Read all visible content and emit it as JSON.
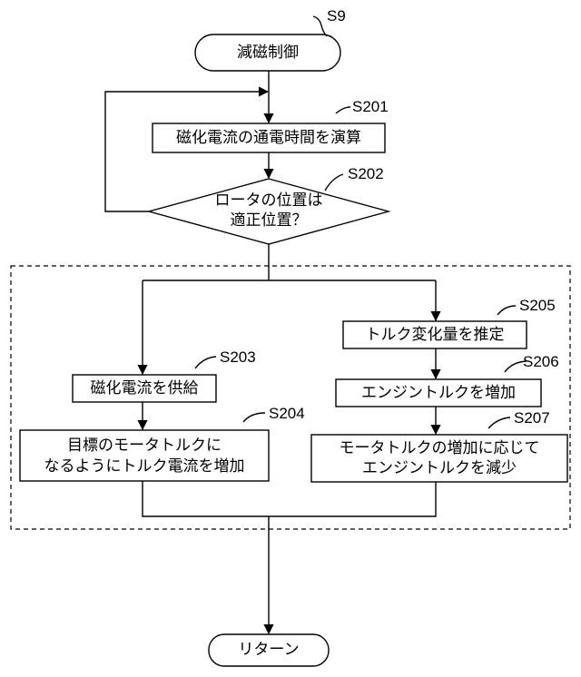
{
  "nodes": {
    "start": {
      "step": "S9",
      "text": "減磁制御"
    },
    "calc": {
      "step": "S201",
      "text": "磁化電流の通電時間を演算"
    },
    "check": {
      "step": "S202",
      "line1": "ロータの位置は",
      "line2": "適正位置？"
    },
    "supply": {
      "step": "S203",
      "text": "磁化電流を供給"
    },
    "increase_current": {
      "step": "S204",
      "line1": "目標のモータトルクに",
      "line2": "なるようにトルク電流を増加"
    },
    "estimate": {
      "step": "S205",
      "text": "トルク変化量を推定"
    },
    "engine_up": {
      "step": "S206",
      "text": "エンジントルクを増加"
    },
    "engine_down": {
      "step": "S207",
      "line1": "モータトルクの増加に応じて",
      "line2": "エンジントルクを減少"
    },
    "end": {
      "text": "リターン"
    }
  }
}
